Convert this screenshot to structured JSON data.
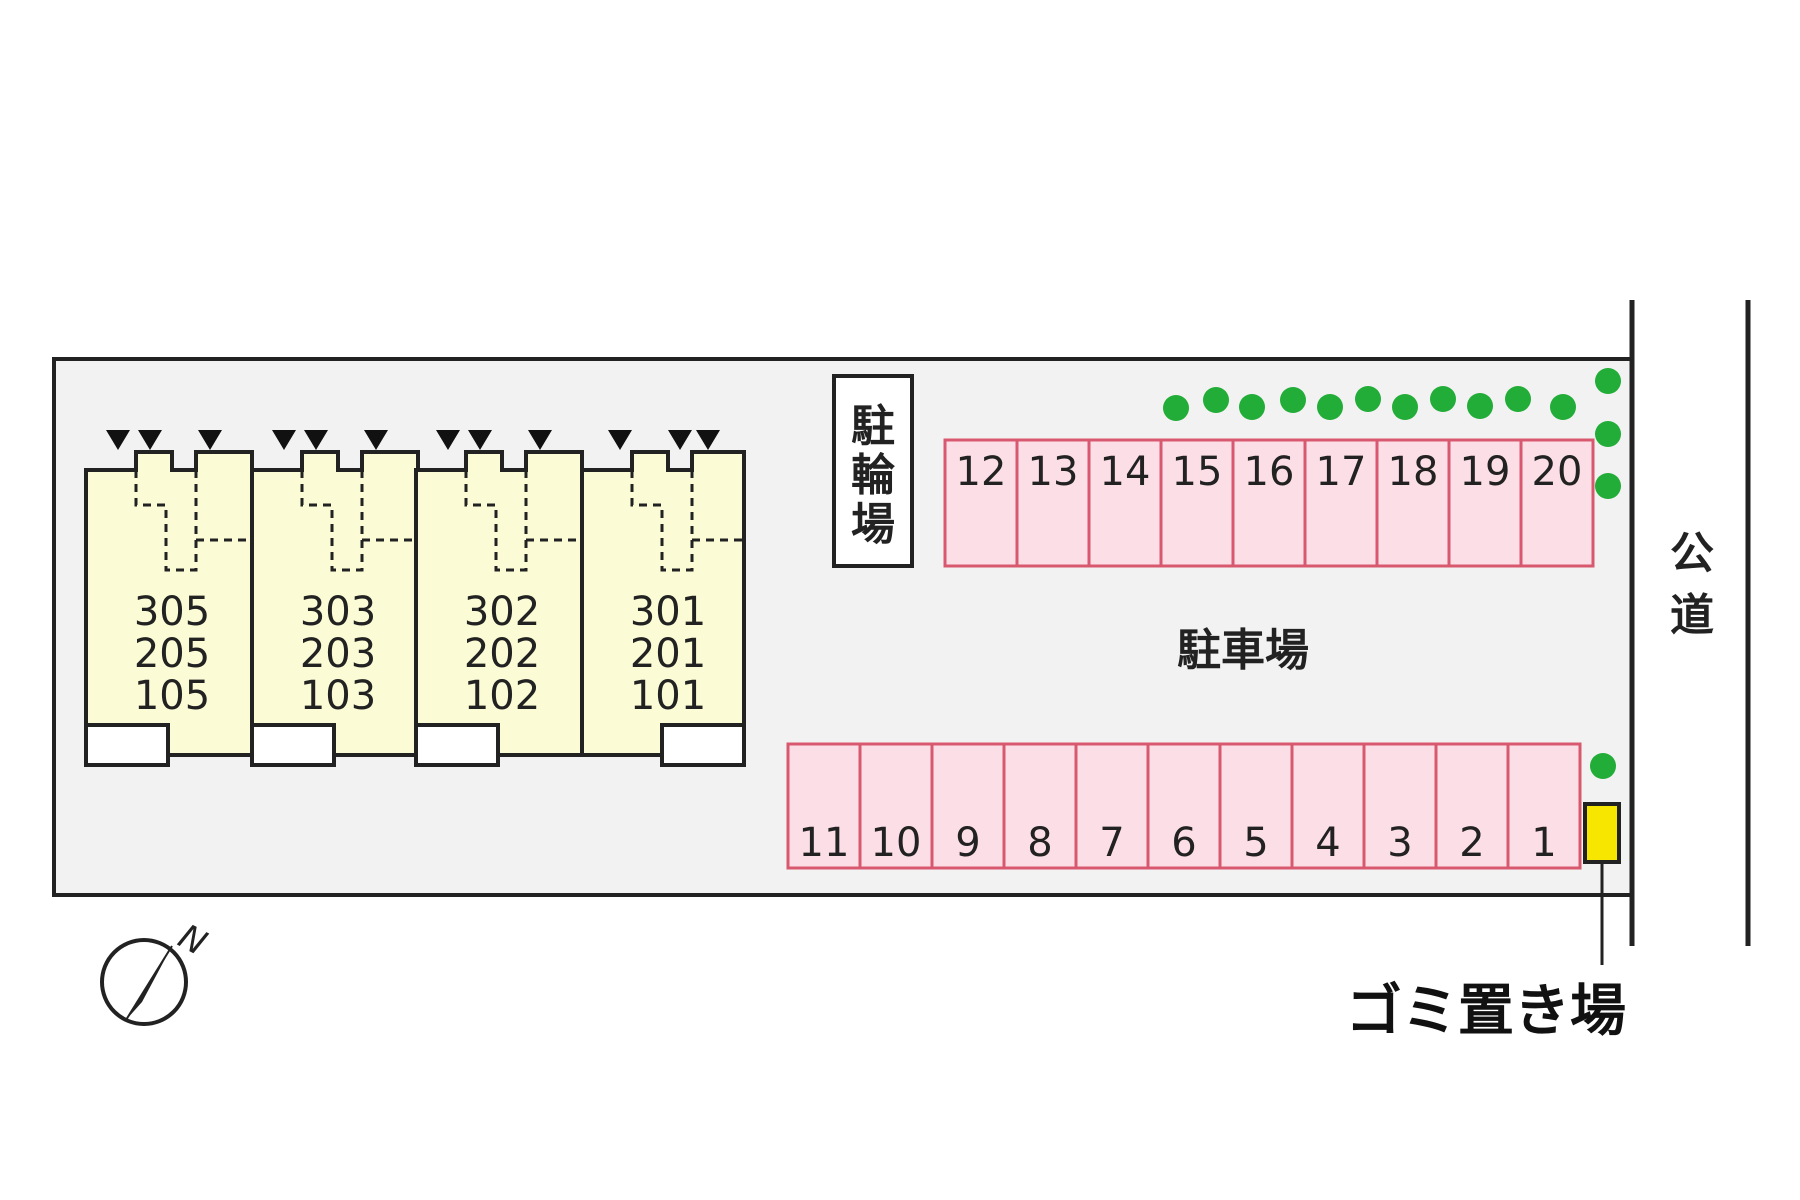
{
  "colors": {
    "lot_fill": "#f2f2f2",
    "outline": "#222222",
    "building_fill": "#fbfbd5",
    "space_fill": "#fcdfe6",
    "space_stroke": "#d8596f",
    "tree": "#22ac38",
    "garbage_fill": "#f6e600"
  },
  "labels": {
    "bicycle_parking": "駐輪場",
    "parking_lot": "駐車場",
    "public_road": "公道",
    "garbage_area": "ゴミ置き場",
    "north": "N"
  },
  "buildings": [
    {
      "units": [
        "305",
        "205",
        "105"
      ]
    },
    {
      "units": [
        "303",
        "203",
        "103"
      ]
    },
    {
      "units": [
        "302",
        "202",
        "102"
      ]
    },
    {
      "units": [
        "301",
        "201",
        "101"
      ]
    }
  ],
  "parking": {
    "top_row": [
      "12",
      "13",
      "14",
      "15",
      "16",
      "17",
      "18",
      "19",
      "20"
    ],
    "bottom_row": [
      "11",
      "10",
      "9",
      "8",
      "7",
      "6",
      "5",
      "4",
      "3",
      "2",
      "1"
    ]
  },
  "icons": {
    "entrance": "entrance-triangle-icon",
    "tree": "tree-dot-icon",
    "compass": "north-compass-icon"
  }
}
